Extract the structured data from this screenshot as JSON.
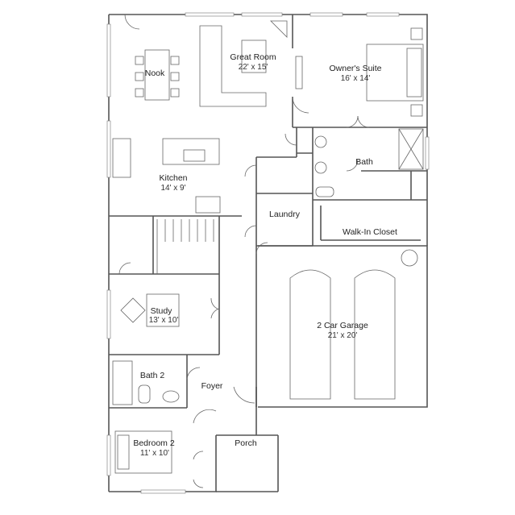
{
  "rooms": {
    "nook": {
      "name": "Nook",
      "dims": ""
    },
    "great_room": {
      "name": "Great Room",
      "dims": "22' x 15'"
    },
    "owners_suite": {
      "name": "Owner's Suite",
      "dims": "16' x 14'"
    },
    "bath": {
      "name": "Bath",
      "dims": ""
    },
    "kitchen": {
      "name": "Kitchen",
      "dims": "14' x 9'"
    },
    "laundry": {
      "name": "Laundry",
      "dims": ""
    },
    "walk_in_closet": {
      "name": "Walk-In Closet",
      "dims": ""
    },
    "study": {
      "name": "Study",
      "dims": "13' x 10'"
    },
    "garage": {
      "name": "2 Car Garage",
      "dims": "21' x 20'"
    },
    "bath2": {
      "name": "Bath 2",
      "dims": ""
    },
    "foyer": {
      "name": "Foyer",
      "dims": ""
    },
    "bedroom2": {
      "name": "Bedroom 2",
      "dims": "11' x 10'"
    },
    "porch": {
      "name": "Porch",
      "dims": ""
    }
  }
}
